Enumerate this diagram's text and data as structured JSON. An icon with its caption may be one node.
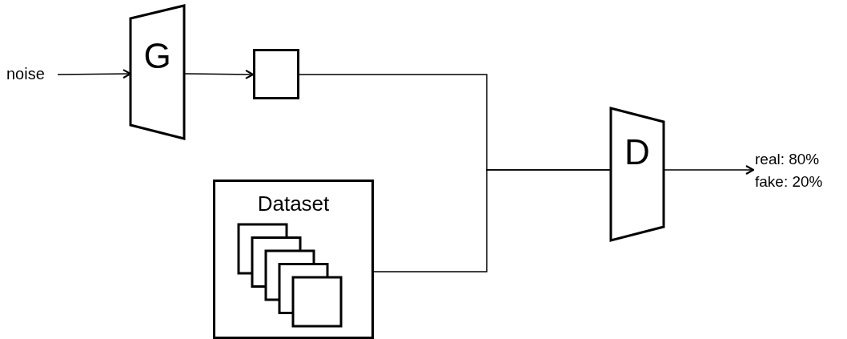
{
  "diagram": {
    "nodes": [
      {
        "text": [
          "noise"
        ]
      },
      {
        "text": [
          "G"
        ]
      },
      {
        "text": [],
        "shape": "box"
      },
      {
        "text": [
          "Dataset"
        ]
      },
      {
        "text": [
          "D"
        ]
      },
      {
        "text": [
          "real: 80% fake: 20%"
        ]
      }
    ],
    "edges": [
      {
        "from": 0,
        "to": 1,
        "arrow": "to"
      },
      {
        "from": 1,
        "to": 2,
        "arrow": "to"
      },
      {
        "from": 2,
        "to": 4,
        "arrow": "none"
      },
      {
        "from": 3,
        "to": 4,
        "arrow": "none"
      },
      {
        "from": 4,
        "to": 5,
        "arrow": "to"
      }
    ]
  }
}
